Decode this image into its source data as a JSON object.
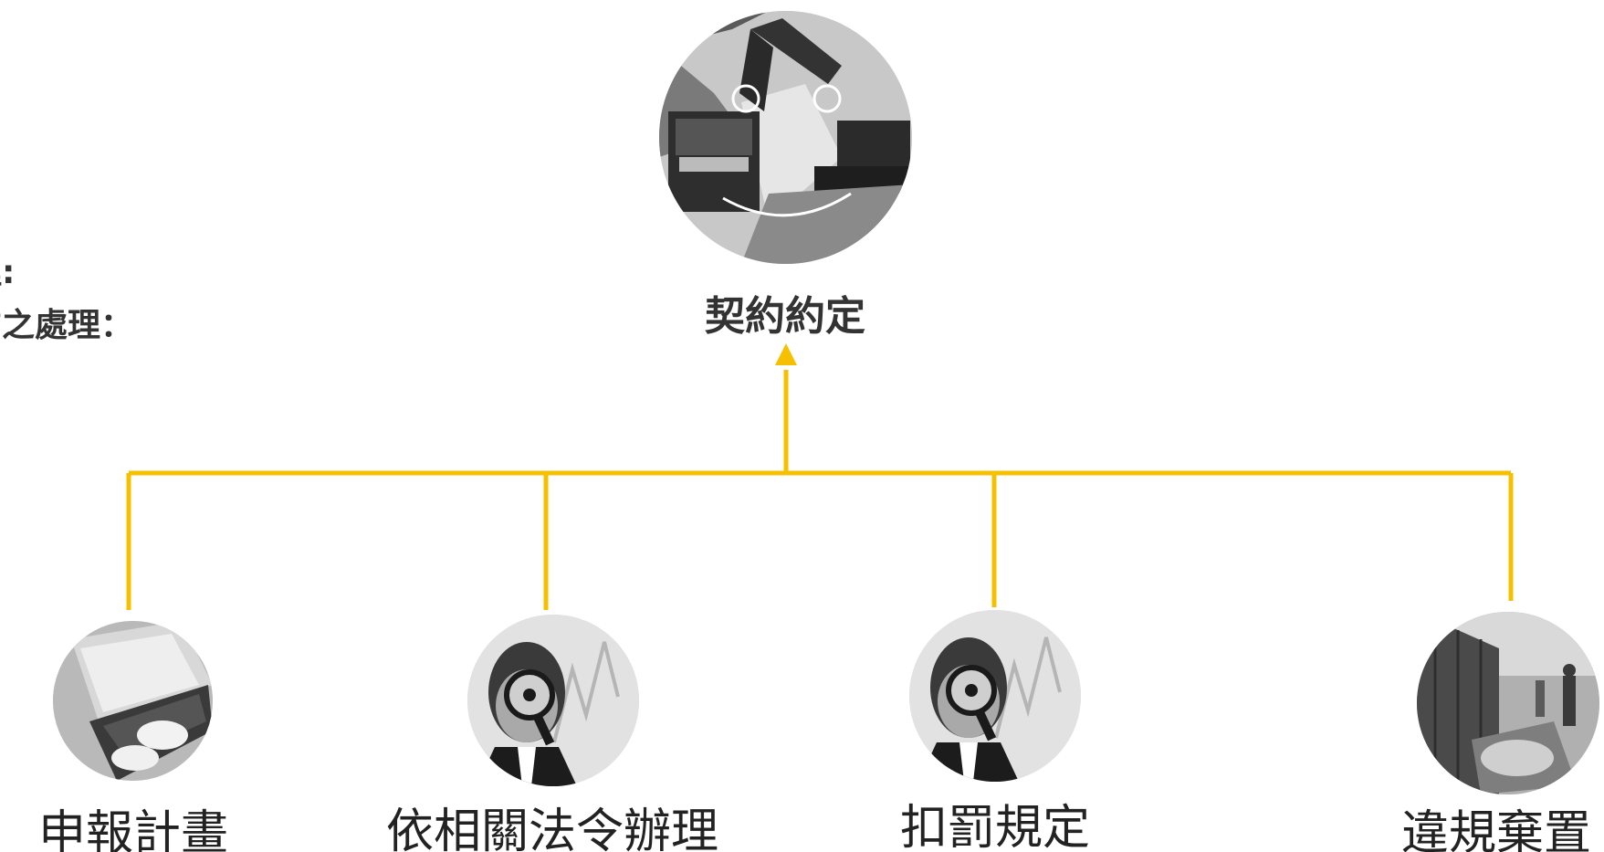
{
  "left_notes": {
    "line1": "理:",
    "line2": "方之處理："
  },
  "top_node": {
    "label": "契約約定",
    "image": "excavator-and-truck-photo"
  },
  "bottom_nodes": [
    {
      "label": "申報計畫",
      "image": "laptop-typing-photo"
    },
    {
      "label": "依相關法令辦理",
      "image": "magnifying-glass-man-photo"
    },
    {
      "label": "扣罰規定",
      "image": "magnifying-glass-man-photo"
    },
    {
      "label": "違規棄置",
      "image": "construction-waste-site-photo"
    }
  ],
  "colors": {
    "connector": "#f5c000",
    "text": "#333333"
  }
}
